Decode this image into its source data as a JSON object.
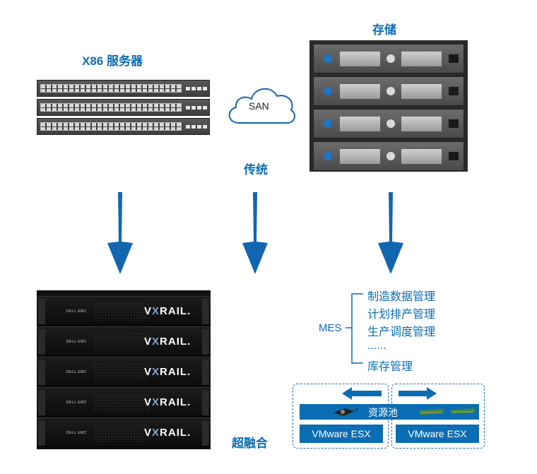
{
  "labels": {
    "x86_servers": "X86 服务器",
    "storage": "存储",
    "san": "SAN",
    "traditional": "传统",
    "hci": "超融合"
  },
  "vxrail": {
    "units": [
      {
        "dell_label": "DELL EMC",
        "brand_v": "V",
        "brand_x": "X",
        "brand_rest": "RAIL."
      },
      {
        "dell_label": "DELL EMC",
        "brand_v": "V",
        "brand_x": "X",
        "brand_rest": "RAIL."
      },
      {
        "dell_label": "DELL EMC",
        "brand_v": "V",
        "brand_x": "X",
        "brand_rest": "RAIL."
      },
      {
        "dell_label": "DELL EMC",
        "brand_v": "V",
        "brand_x": "X",
        "brand_rest": "RAIL."
      },
      {
        "dell_label": "DELL EMC",
        "brand_v": "V",
        "brand_x": "X",
        "brand_rest": "RAIL."
      }
    ]
  },
  "mes": {
    "label": "MES",
    "items": [
      "制造数据管理",
      "计划排产管理",
      "生产调度管理",
      "......",
      "库存管理"
    ]
  },
  "pool": {
    "label": "资源池",
    "esx_left": "VMware ESX",
    "esx_right": "VMware ESX"
  },
  "colors": {
    "accent": "#0b6db3",
    "arrow": "#1266b0"
  }
}
